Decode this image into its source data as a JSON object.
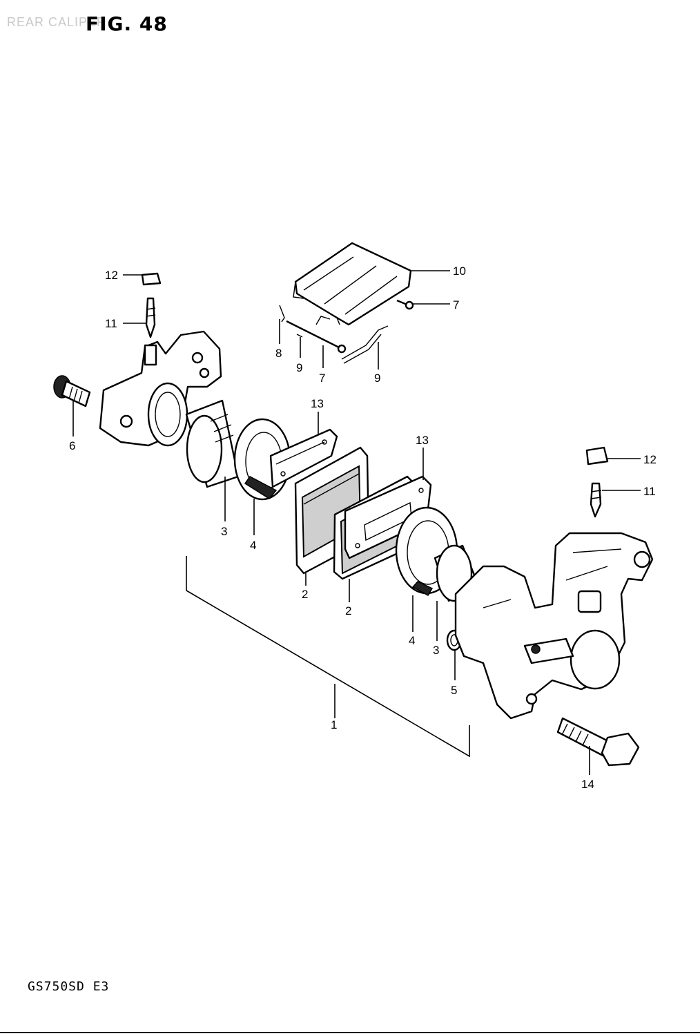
{
  "header": {
    "faded_title": "REAR CALIPER",
    "figure_title": "FIG. 48"
  },
  "footer": {
    "model_code": "GS750SD  E3"
  },
  "callouts": {
    "c1": "1",
    "c2a": "2",
    "c2b": "2",
    "c3a": "3",
    "c3b": "3",
    "c4a": "4",
    "c4b": "4",
    "c5": "5",
    "c6": "6",
    "c7a": "7",
    "c7b": "7",
    "c8": "8",
    "c9a": "9",
    "c9b": "9",
    "c10": "10",
    "c11a": "11",
    "c11b": "11",
    "c12a": "12",
    "c12b": "12",
    "c13a": "13",
    "c13b": "13",
    "c14": "14"
  }
}
